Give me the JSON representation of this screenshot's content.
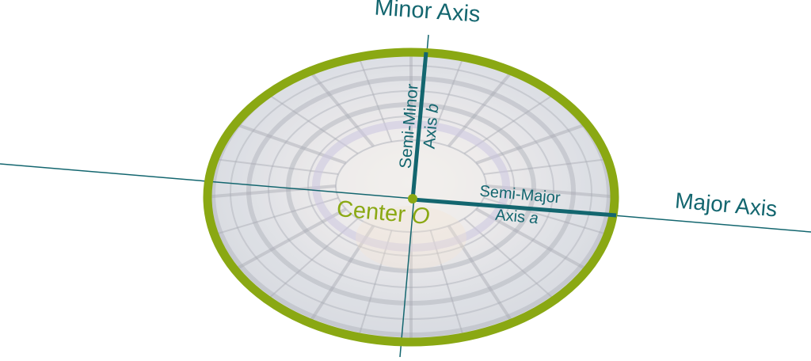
{
  "labels": {
    "minor_axis": "Minor Axis",
    "major_axis": "Major Axis",
    "semi_minor_line1": "Semi-Minor",
    "semi_minor_line2_prefix": "Axis ",
    "semi_minor_var": "b",
    "semi_major_line1": "Semi-Major",
    "semi_major_line2_prefix": "Axis ",
    "semi_major_var": "a",
    "center_prefix": "Center ",
    "center_var": "O"
  },
  "colors": {
    "teal": "#13666f",
    "green": "#8aa813",
    "background": "#ffffff"
  },
  "background_picture": "glass-dome-photo"
}
